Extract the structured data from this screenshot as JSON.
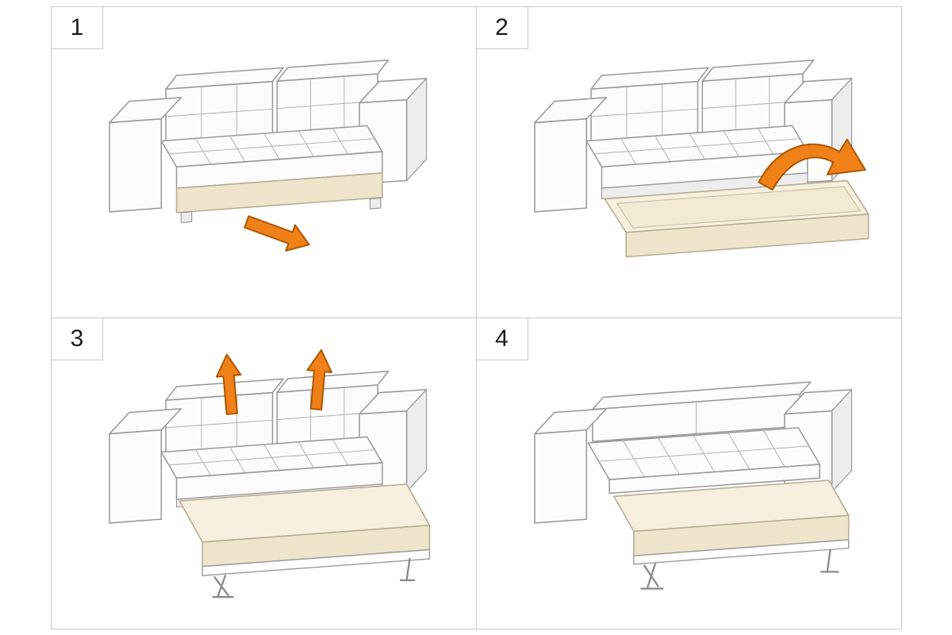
{
  "figure": {
    "steps": [
      {
        "number": "1",
        "illustration": "sofa-closed",
        "arrow": "pull-out-down-right-arrow"
      },
      {
        "number": "2",
        "illustration": "sofa-drawer-extended",
        "arrow": "flip-over-curved-arrow"
      },
      {
        "number": "3",
        "illustration": "sofa-bed-platform-cushions-up",
        "arrow": "lift-up-arrows"
      },
      {
        "number": "4",
        "illustration": "sofa-bed-fully-open",
        "arrow": "none"
      }
    ],
    "colors": {
      "background": "#ffffff",
      "grid_line": "#c9c9c9",
      "outline": "#999999",
      "upholstery": "#fcfcfc",
      "mattress_top": "#f7f0de",
      "mattress_front": "#efe5cd",
      "arrow": "#f08018",
      "arrow_outline": "#a85600"
    }
  }
}
